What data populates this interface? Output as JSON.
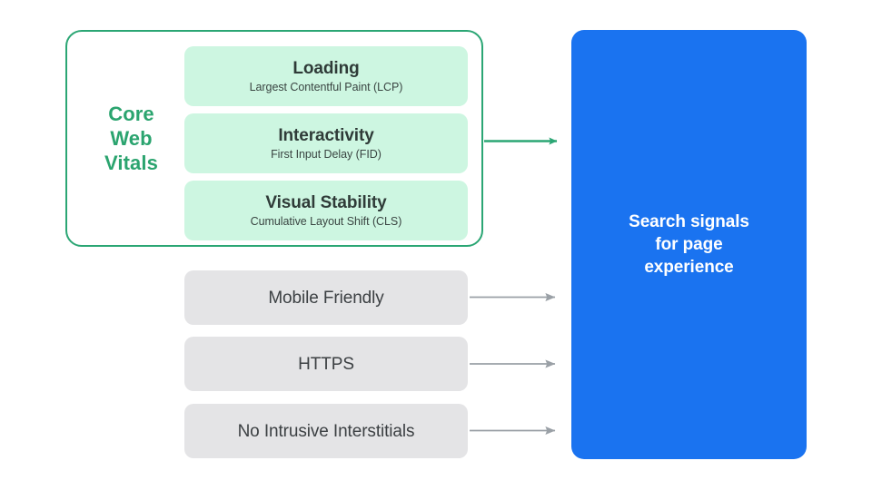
{
  "diagram": {
    "title": "Search signals for page experience",
    "colors": {
      "core_web_vitals_border": "#2BA674",
      "core_web_vitals_label": "#2BA46F",
      "metric_card_fill": "#CDF6E1",
      "signal_box_fill": "#E4E4E6",
      "blue_panel_fill": "#1A73F0",
      "green_arrow": "#2BA674",
      "gray_arrow": "#9AA0A6",
      "text_dark": "#3C4043",
      "text_white": "#FFFFFF",
      "background": "#FFFFFF"
    }
  },
  "core_web_vitals": {
    "label": "Core\nWeb\nVitals",
    "label_lines": [
      "Core",
      "Web",
      "Vitals"
    ],
    "metrics": [
      {
        "title": "Loading",
        "subtitle": "Largest Contentful Paint (LCP)"
      },
      {
        "title": "Interactivity",
        "subtitle": "First Input Delay (FID)"
      },
      {
        "title": "Visual Stability",
        "subtitle": "Cumulative Layout Shift (CLS)"
      }
    ]
  },
  "other_signals": [
    {
      "label": "Mobile Friendly"
    },
    {
      "label": "HTTPS"
    },
    {
      "label": "No Intrusive Interstitials"
    }
  ],
  "destination": {
    "text": "Search signals\nfor page\nexperience",
    "lines": [
      "Search signals",
      "for page",
      "experience"
    ]
  },
  "connectors": [
    {
      "name": "core-web-vitals-arrow",
      "style": "green",
      "from": "core-web-vitals-container",
      "to": "search-signals-panel"
    },
    {
      "name": "mobile-friendly-arrow",
      "style": "gray",
      "from": "signal-box-mobile-friendly",
      "to": "search-signals-panel"
    },
    {
      "name": "https-arrow",
      "style": "gray",
      "from": "signal-box-https",
      "to": "search-signals-panel"
    },
    {
      "name": "no-intrusive-interstitials-arrow",
      "style": "gray",
      "from": "signal-box-no-intrusive-interstitials",
      "to": "search-signals-panel"
    }
  ]
}
